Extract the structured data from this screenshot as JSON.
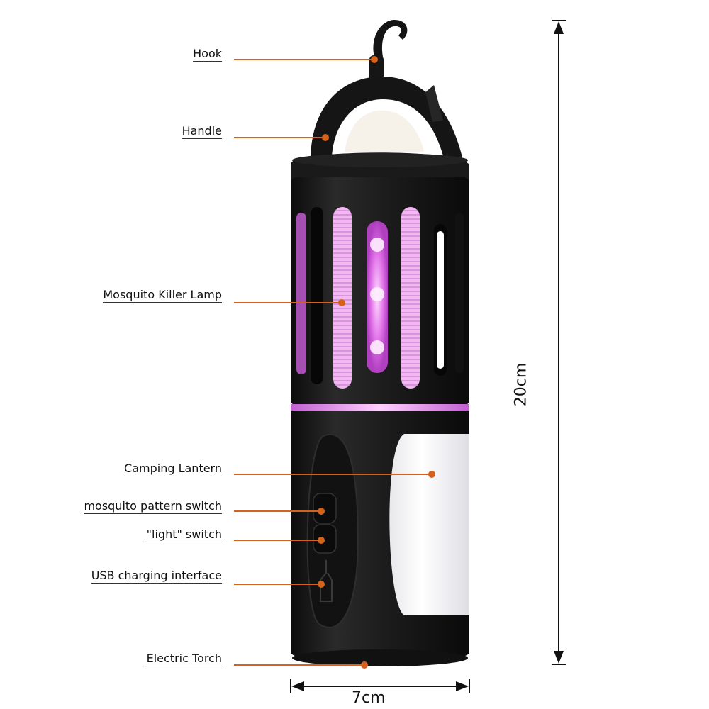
{
  "labels": {
    "hook": "Hook",
    "handle": "Handle",
    "mosquito_killer_lamp": "Mosquito Killer Lamp",
    "camping_lantern": "Camping Lantern",
    "mosquito_pattern_switch": "mosquito pattern switch",
    "light_switch": "\"light\" switch",
    "usb_charging_interface": "USB charging interface",
    "electric_torch": "Electric Torch"
  },
  "dimensions": {
    "height": "20cm",
    "width": "7cm"
  },
  "colors": {
    "leader_line": "#d4621a",
    "body": "#1e1e1e",
    "uv_glow": "#e070e8",
    "lantern_white": "#f4f4f6"
  }
}
